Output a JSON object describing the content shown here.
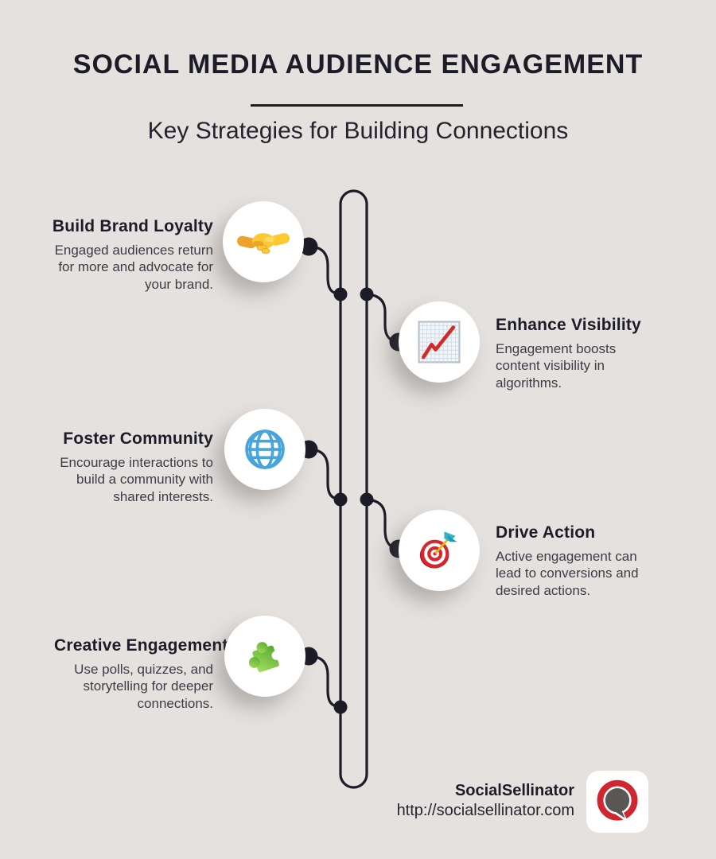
{
  "header": {
    "title": "SOCIAL MEDIA AUDIENCE ENGAGEMENT",
    "subtitle": "Key Strategies for Building Connections"
  },
  "items": [
    {
      "title": "Build Brand Loyalty",
      "description": "Engaged audiences return for more and advocate for your brand.",
      "icon": "handshake-icon",
      "side": "left"
    },
    {
      "title": "Enhance Visibility",
      "description": "Engagement boosts content visibility in algorithms.",
      "icon": "chart-increasing-icon",
      "side": "right"
    },
    {
      "title": "Foster Community",
      "description": "Encourage interactions to build a community with shared interests.",
      "icon": "globe-icon",
      "side": "left"
    },
    {
      "title": "Drive Action",
      "description": "Active engagement can lead to conversions and desired actions.",
      "icon": "dart-target-icon",
      "side": "right"
    },
    {
      "title": "Creative Engagement",
      "description": "Use polls, quizzes, and storytelling for deeper connections.",
      "icon": "puzzle-piece-icon",
      "side": "left"
    }
  ],
  "footer": {
    "brand": "SocialSellinator",
    "url": "http://socialsellinator.com",
    "logo": "socialsellinator-logo"
  },
  "colors": {
    "background": "#e5e1df",
    "ink": "#1c1c28",
    "body_text": "#3c3c45",
    "circle_fill": "#ffffff",
    "globe_blue": "#47a5d9",
    "chart_red": "#d32a28",
    "target_red": "#d8262c",
    "dart_teal": "#2fb4c6",
    "puzzle_green_light": "#a5df5f",
    "puzzle_green_dark": "#55a92f",
    "handshake_yellow": "#fdc931",
    "logo_red": "#cf2630",
    "logo_gray": "#5a5757"
  }
}
